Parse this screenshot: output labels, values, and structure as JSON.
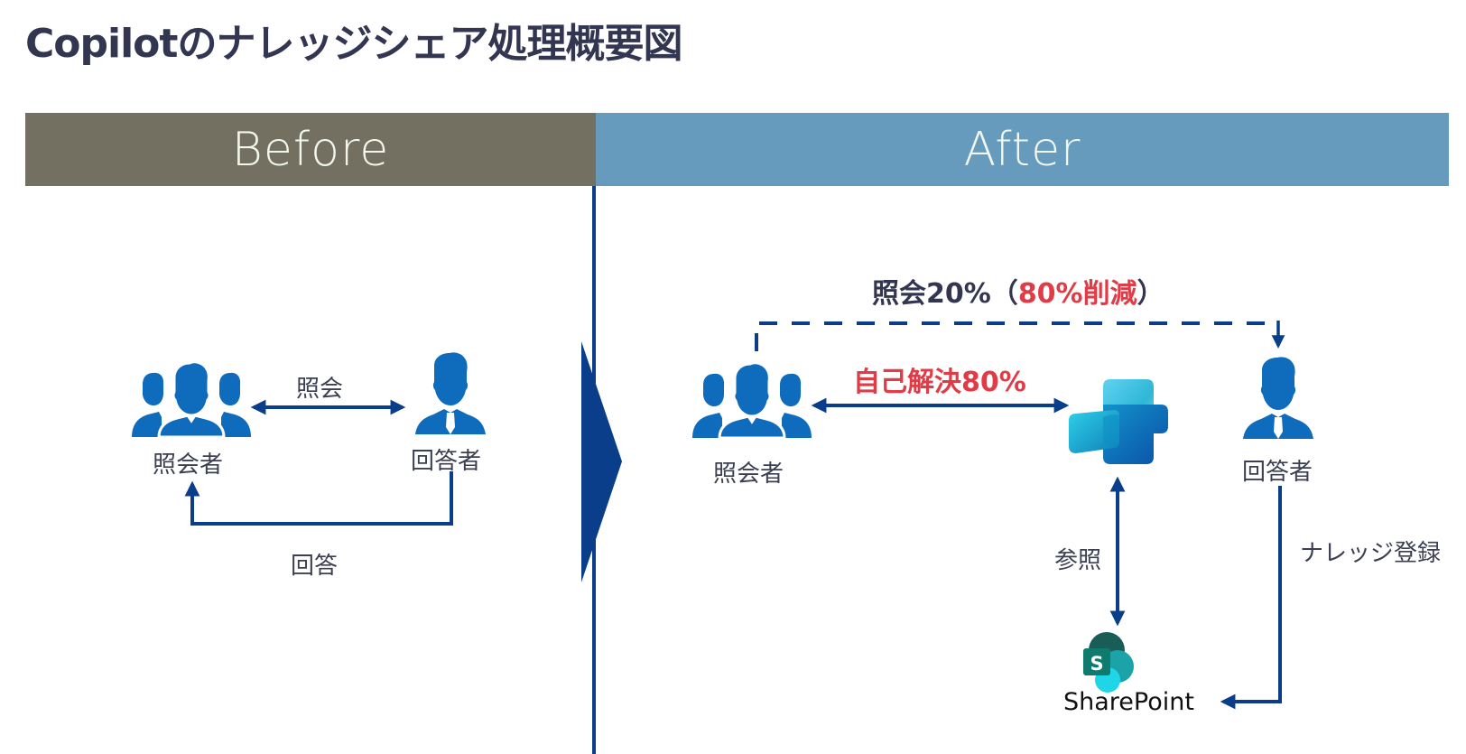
{
  "title": "Copilotのナレッジシェア処理概要図",
  "colors": {
    "before_header": "#736f61",
    "after_header": "#669bbd",
    "arrow": "#0a3d8a",
    "person_icon": "#0f6cbd",
    "highlight_red": "#e03c48",
    "title_text": "#333650"
  },
  "before": {
    "header": "Before",
    "inquirer_label": "照会者",
    "responder_label": "回答者",
    "inquiry_label": "照会",
    "answer_label": "回答"
  },
  "after": {
    "header": "After",
    "summary_prefix": "照会20%（",
    "summary_highlight": "80%削減",
    "summary_suffix": "）",
    "self_resolve_label": "自己解決80%",
    "inquirer_label": "照会者",
    "responder_label": "回答者",
    "reference_label": "参照",
    "knowledge_register_label": "ナレッジ登録",
    "sharepoint_label": "SharePoint",
    "sharepoint_letter": "S"
  },
  "icons": [
    "people-group-icon",
    "businessman-icon",
    "copilot-logo-icon",
    "sharepoint-logo-icon",
    "chevron-right-icon"
  ]
}
